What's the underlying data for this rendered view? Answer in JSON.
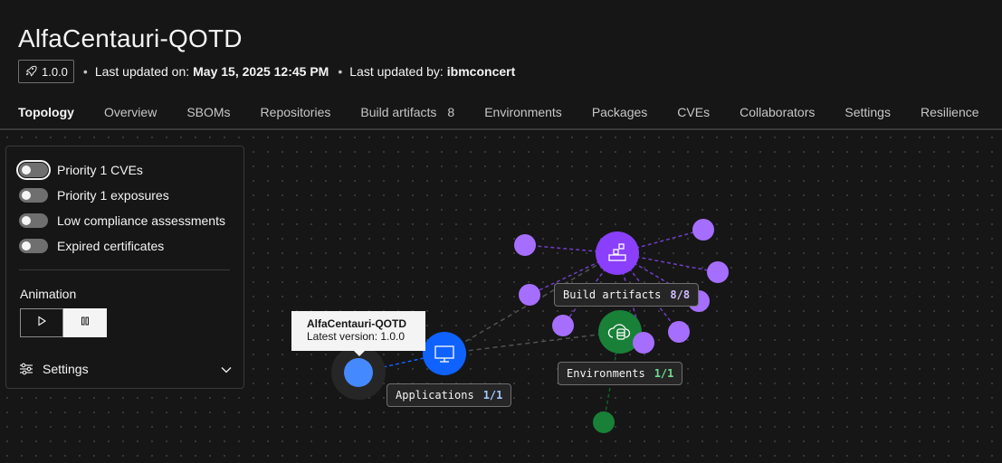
{
  "app": {
    "title": "AlfaCentauri-QOTD",
    "version": "1.0.0",
    "last_updated_on_label": "Last updated on:",
    "last_updated_on": "May 15, 2025 12:45 PM",
    "last_updated_by_label": "Last updated by:",
    "last_updated_by": "ibmconcert",
    "separator": "•"
  },
  "tabs": [
    {
      "label": "Topology",
      "active": true
    },
    {
      "label": "Overview"
    },
    {
      "label": "SBOMs"
    },
    {
      "label": "Repositories"
    },
    {
      "label": "Build artifacts",
      "count": "8"
    },
    {
      "label": "Environments"
    },
    {
      "label": "Packages"
    },
    {
      "label": "CVEs"
    },
    {
      "label": "Collaborators"
    },
    {
      "label": "Settings"
    },
    {
      "label": "Resilience"
    }
  ],
  "filters": {
    "toggles": [
      {
        "label": "Priority 1 CVEs",
        "on": false
      },
      {
        "label": "Priority 1 exposures",
        "on": false
      },
      {
        "label": "Low compliance assessments",
        "on": false
      },
      {
        "label": "Expired certificates",
        "on": false
      }
    ],
    "animation_label": "Animation",
    "settings_label": "Settings"
  },
  "topology": {
    "tooltip": {
      "title": "AlfaCentauri-QOTD",
      "subtitle": "Latest version: 1.0.0"
    },
    "nodes": {
      "applications": {
        "label": "Applications",
        "count": "1/1",
        "count_color": "#a6c8ff"
      },
      "build_artifacts": {
        "label": "Build artifacts",
        "count": "8/8",
        "count_color": "#d4bbff"
      },
      "environments": {
        "label": "Environments",
        "count": "1/1",
        "count_color": "#6fdc8c"
      }
    },
    "colors": {
      "app": "#4589ff",
      "app_icon_bg": "#0f62fe",
      "artifact": "#a56eff",
      "artifact_hub": "#8a3ffc",
      "environment": "#198038",
      "accent_tab": "#4589ff"
    }
  }
}
